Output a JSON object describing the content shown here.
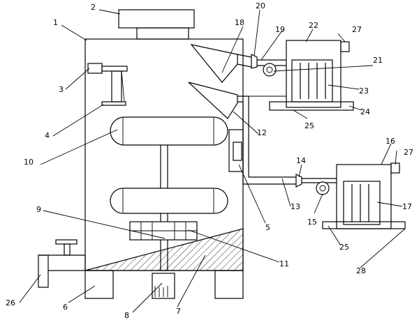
{
  "labels": {
    "n1": "1",
    "n2": "2",
    "n3": "3",
    "n4": "4",
    "n5": "5",
    "n6": "6",
    "n7": "7",
    "n8": "8",
    "n9": "9",
    "n10": "10",
    "n11": "11",
    "n12": "12",
    "n13": "13",
    "n14": "14",
    "n15": "15",
    "n16": "16",
    "n17": "17",
    "n18": "18",
    "n19": "19",
    "n20": "20",
    "n21": "21",
    "n22": "22",
    "n23": "23",
    "n24": "24",
    "n25a": "25",
    "n25b": "25",
    "n26": "26",
    "n27a": "27",
    "n27b": "27",
    "n28": "28"
  }
}
